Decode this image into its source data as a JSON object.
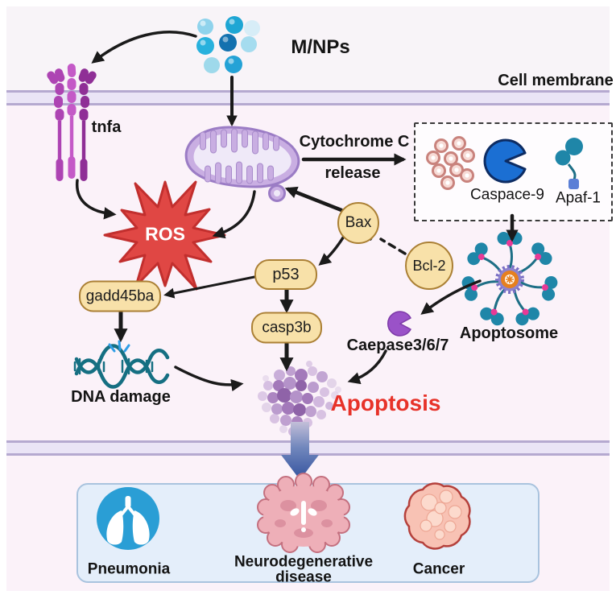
{
  "nodes": {
    "mnps": "M/NPs",
    "cell_membrane": "Cell membrane",
    "tnfa": "tnfa",
    "ros": "ROS",
    "cytochrome_line1": "Cytochrome C",
    "cytochrome_line2": "release",
    "caspase9": "Caspace-9",
    "apaf1": "Apaf-1",
    "bax": "Bax",
    "bcl2": "Bcl-2",
    "p53": "p53",
    "gadd45ba": "gadd45ba",
    "casp3b": "casp3b",
    "dna_damage": "DNA damage",
    "caspase367": "Caepase3/6/7",
    "apoptosome": "Apoptosome",
    "apoptosis": "Apoptosis"
  },
  "diseases": {
    "pneumonia": "Pneumonia",
    "neuro_line1": "Neurodegenerative",
    "neuro_line2": "disease",
    "cancer": "Cancer"
  },
  "icons": {
    "nanoparticles": "nanoparticle-cluster-icon",
    "receptor": "tnfa-receptor-icon",
    "mitochondria": "mitochondria-icon",
    "ros": "ros-starburst-icon",
    "cytochrome_c": "cytochrome-c-granules-icon",
    "caspase9": "caspase9-pacman-icon",
    "apaf1": "apaf1-icon",
    "apoptosome": "apoptosome-icon",
    "caspase367": "caspase367-pacman-icon",
    "dna": "dna-helix-icon",
    "apoptotic_cells": "apoptotic-cells-icon",
    "pneumonia": "lungs-icon",
    "neurodegenerative": "brain-icon",
    "cancer": "tumor-icon"
  },
  "colors": {
    "background": "#fbf2f9",
    "membrane": "#eae4f6",
    "membrane_edge": "#b5a9d0",
    "node_fill": "#f8e1a9",
    "node_border": "#ab8035",
    "ros_red": "#e04744",
    "apoptosis_red": "#e73229",
    "arrow_black": "#1a1a1a",
    "blue_arrow": "#33529e",
    "panel_fill": "#e4eefa",
    "panel_border": "#a9c3de",
    "nanoparticle_blue": "#1ea6d4",
    "receptor_purple": "#ad44b3",
    "mitochondria_purple": "#c9aee2",
    "dna_teal": "#156f82",
    "apoptosome_teal": "#1f86a8",
    "caspase9_blue": "#1b6fd3",
    "caspase367_purple": "#9a52c8"
  }
}
